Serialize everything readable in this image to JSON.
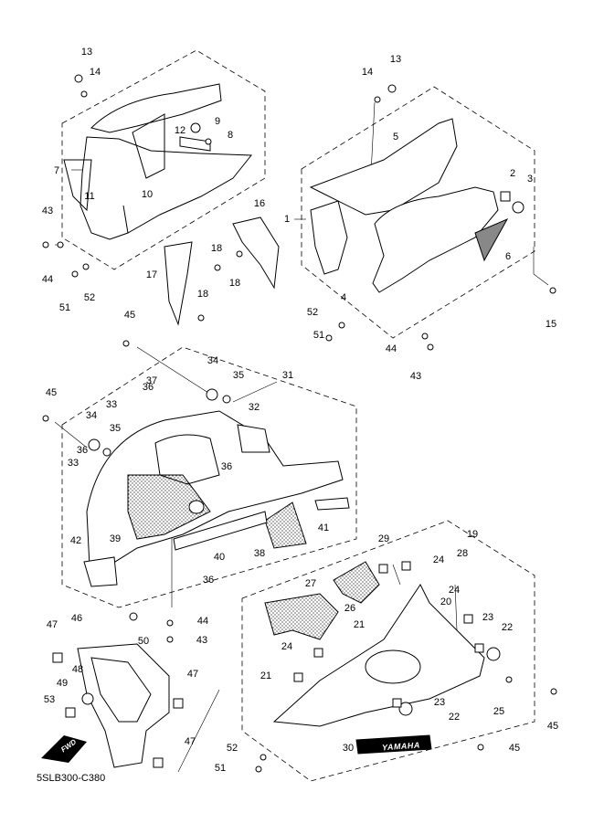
{
  "diagram_code": "5SLB300-C380",
  "fwd_label": "FWD",
  "emblem_label": "YAMAHA",
  "colors": {
    "line": "#000000",
    "paper": "#ffffff",
    "texture": "#d8d8d8"
  },
  "callouts": [
    {
      "label": "13"
    },
    {
      "label": "14"
    },
    {
      "label": "12"
    },
    {
      "label": "9"
    },
    {
      "label": "8"
    },
    {
      "label": "7"
    },
    {
      "label": "11"
    },
    {
      "label": "10"
    },
    {
      "label": "43"
    },
    {
      "label": "44"
    },
    {
      "label": "51"
    },
    {
      "label": "52"
    },
    {
      "label": "17"
    },
    {
      "label": "18"
    },
    {
      "label": "18"
    },
    {
      "label": "18"
    },
    {
      "label": "16"
    },
    {
      "label": "14"
    },
    {
      "label": "13"
    },
    {
      "label": "5"
    },
    {
      "label": "1"
    },
    {
      "label": "2"
    },
    {
      "label": "3"
    },
    {
      "label": "6"
    },
    {
      "label": "4"
    },
    {
      "label": "52"
    },
    {
      "label": "51"
    },
    {
      "label": "44"
    },
    {
      "label": "43"
    },
    {
      "label": "15"
    },
    {
      "label": "45"
    },
    {
      "label": "34"
    },
    {
      "label": "35"
    },
    {
      "label": "37"
    },
    {
      "label": "36"
    },
    {
      "label": "31"
    },
    {
      "label": "45"
    },
    {
      "label": "33"
    },
    {
      "label": "32"
    },
    {
      "label": "34"
    },
    {
      "label": "35"
    },
    {
      "label": "36"
    },
    {
      "label": "36"
    },
    {
      "label": "33"
    },
    {
      "label": "39"
    },
    {
      "label": "40"
    },
    {
      "label": "38"
    },
    {
      "label": "41"
    },
    {
      "label": "42"
    },
    {
      "label": "36"
    },
    {
      "label": "50"
    },
    {
      "label": "44"
    },
    {
      "label": "43"
    },
    {
      "label": "47"
    },
    {
      "label": "46"
    },
    {
      "label": "48"
    },
    {
      "label": "49"
    },
    {
      "label": "53"
    },
    {
      "label": "47"
    },
    {
      "label": "47"
    },
    {
      "label": "29"
    },
    {
      "label": "24"
    },
    {
      "label": "19"
    },
    {
      "label": "28"
    },
    {
      "label": "27"
    },
    {
      "label": "26"
    },
    {
      "label": "21"
    },
    {
      "label": "24"
    },
    {
      "label": "20"
    },
    {
      "label": "23"
    },
    {
      "label": "22"
    },
    {
      "label": "24"
    },
    {
      "label": "21"
    },
    {
      "label": "25"
    },
    {
      "label": "45"
    },
    {
      "label": "23"
    },
    {
      "label": "22"
    },
    {
      "label": "30"
    },
    {
      "label": "45"
    },
    {
      "label": "52"
    },
    {
      "label": "51"
    }
  ]
}
